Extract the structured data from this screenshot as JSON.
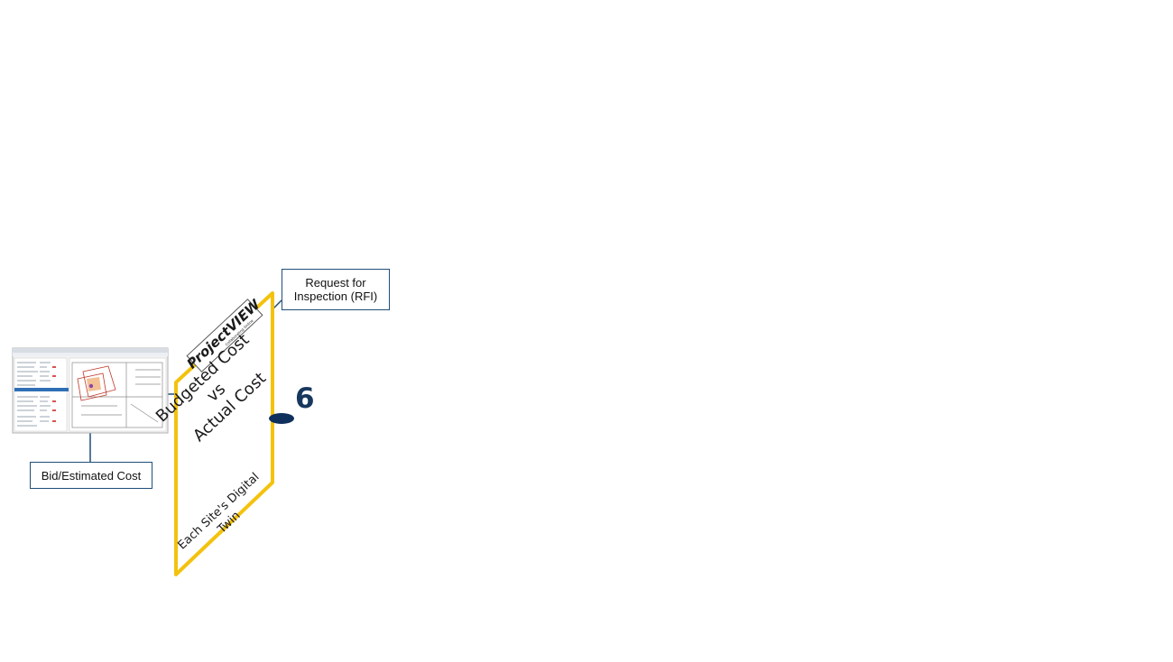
{
  "callouts": {
    "rfi": "Request for\nInspection (RFI)",
    "bid": "Bid/Estimated Cost"
  },
  "panel": {
    "logo": "ProjectVIEW",
    "logo_tagline": "Collaborating Online",
    "headline_line1": "Budgeted Cost",
    "headline_line2": "vs",
    "headline_line3": "Actual Cost",
    "footer_line1": "Each Site's Digital",
    "footer_line2": "Twin"
  },
  "step_number": "6",
  "colors": {
    "accent_yellow": "#f4c20d",
    "connector_blue": "#1f4e79",
    "marker_navy": "#0f2f5c"
  }
}
